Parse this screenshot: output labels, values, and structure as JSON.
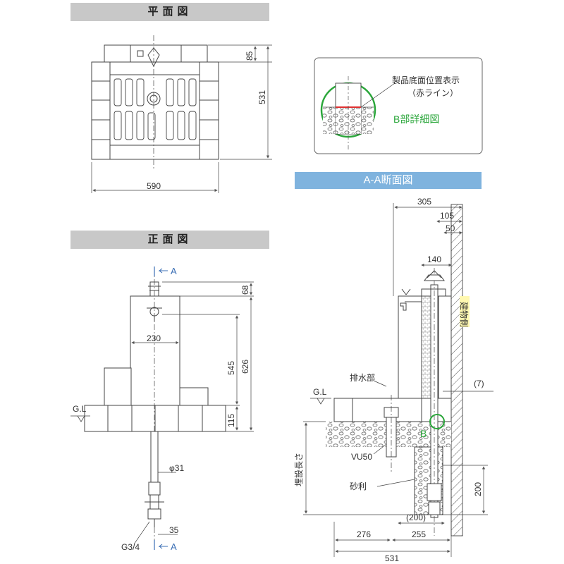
{
  "headers": {
    "plan": "平面図",
    "front": "正面図",
    "section": "A-A断面図"
  },
  "plan": {
    "dim_width": "590",
    "dim_depth": "531",
    "dim_top": "85"
  },
  "detail": {
    "note_line1": "製品底面位置表示",
    "note_line2": "（赤ライン）",
    "title": "B部詳細図"
  },
  "front": {
    "section_mark_top": "A",
    "section_mark_bottom": "A",
    "dim_top": "68",
    "dim_tap_height": "626",
    "dim_mid": "545",
    "dim_base": "115",
    "dim_width": "230",
    "gl": "G.L",
    "dim_pipe": "φ31",
    "dim_pipe_bottom": "35",
    "thread": "G3/4"
  },
  "section": {
    "dim_305": "305",
    "dim_105": "105",
    "dim_50": "50",
    "dim_140": "140",
    "building_side": "建物側",
    "dim_7": "(7)",
    "drain": "排水部",
    "gl": "G.L",
    "mark_b": "B",
    "pipe": "VU50",
    "burial_length": "埋設長さ",
    "gravel": "砂利",
    "dim_200_paren": "(200)",
    "dim_200": "200",
    "dim_276": "276",
    "dim_255": "255",
    "dim_531": "531"
  },
  "colors": {
    "header_gray": "#c8c8c8",
    "header_blue": "#7fb3de",
    "section_blue": "#3b6fb5",
    "detail_green": "#2aa63a",
    "bottom_line_red": "#e03030"
  }
}
